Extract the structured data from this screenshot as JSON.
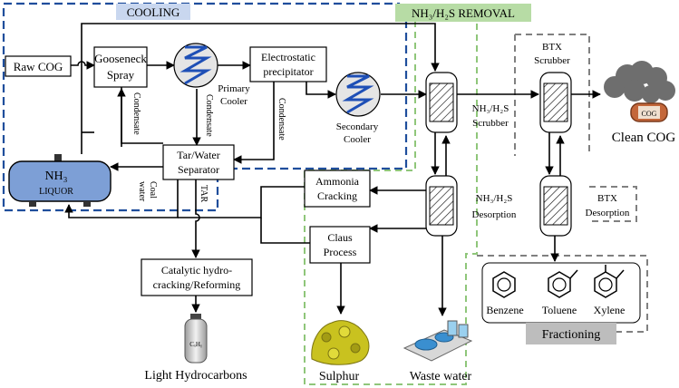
{
  "regions": {
    "cooling": "COOLING",
    "removal": "NH₃/H₂S REMOVAL",
    "fractioning": "Fractioning"
  },
  "units": {
    "raw_cog": "Raw COG",
    "gooseneck_line1": "Gooseneck",
    "gooseneck_line2": "Spray",
    "primary_cooler_line1": "Primary",
    "primary_cooler_line2": "Cooler",
    "esp_line1": "Electrostatic",
    "esp_line2": "precipitator",
    "secondary_cooler_line1": "Secondary",
    "secondary_cooler_line2": "Cooler",
    "tar_sep_line1": "Tar/Water",
    "tar_sep_line2": "Separator",
    "nh3_liquor_line1": "NH₃",
    "nh3_liquor_line2": "LIQUOR",
    "ammonia_line1": "Ammonia",
    "ammonia_line2": "Cracking",
    "claus_line1": "Claus",
    "claus_line2": "Process",
    "catalytic_line1": "Catalytic hydro-",
    "catalytic_line2": "cracking/Reforming",
    "nh3_scrubber_line1": "NH₃/H₂S",
    "nh3_scrubber_line2": "Scrubber",
    "nh3_desorption_line1": "NH₃/H₂S",
    "nh3_desorption_line2": "Desorption",
    "btx_scrubber_line1": "BTX",
    "btx_scrubber_line2": "Scrubber",
    "btx_desorption_line1": "BTX",
    "btx_desorption_line2": "Desorption"
  },
  "stream_labels": {
    "condensate_gooseneck": "Condensate",
    "condensate_primary": "Condensate",
    "condensate_esp": "Condensate",
    "coal_water_line1": "Coal",
    "coal_water_line2": "water",
    "tar": "TAR"
  },
  "products": {
    "light_hydrocarbons": "Light Hydrocarbons",
    "cylinder_label": "CₓHᵧ",
    "sulphur": "Sulphur",
    "waste_water": "Waste water",
    "clean_cog": "Clean COG",
    "cog_tank": "COG",
    "benzene": "Benzene",
    "toluene": "Toluene",
    "xylene": "Xylene"
  },
  "colors": {
    "cooling_border": "#1f4e9c",
    "cooling_label_bg": "#c9d7ef",
    "removal_border": "#8fc67a",
    "removal_label_bg": "#b7dca5",
    "fractioning_border": "#808080",
    "fractioning_label_bg": "#bdbdbd",
    "liquor_fill": "#7d9fd6",
    "cooler_fill": "#e5e5e5",
    "cooler_coil": "#1e4fb6",
    "sulphur": "#c9c21f",
    "smoke": "#6e6e6e",
    "cog_tank": "#c4673a"
  }
}
